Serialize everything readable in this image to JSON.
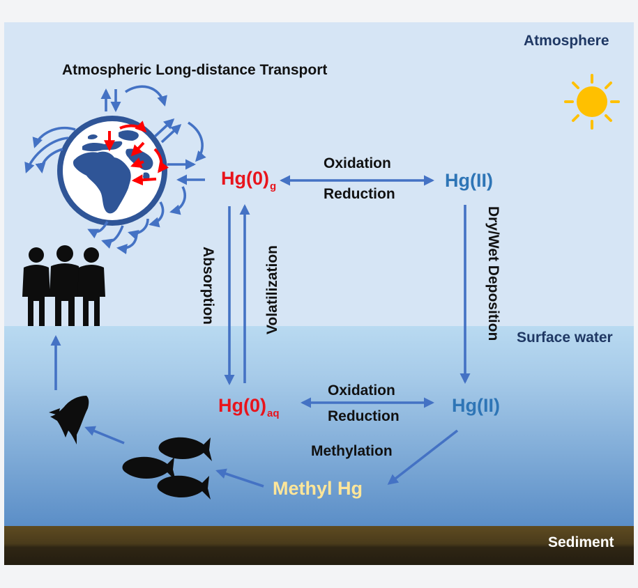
{
  "zones": {
    "atmosphere": "Atmosphere",
    "surface_water": "Surface water",
    "sediment": "Sediment"
  },
  "header": {
    "transport_title": "Atmospheric Long-distance Transport"
  },
  "species": {
    "hg0_gas_main": "Hg(0)",
    "hg0_gas_sub": "g",
    "hg2_atmosphere": "Hg(II)",
    "hg0_aq_main": "Hg(0)",
    "hg0_aq_sub": "aq",
    "hg2_water": "Hg(II)",
    "methyl_hg": "Methyl Hg"
  },
  "processes": {
    "oxidation_air": "Oxidation",
    "reduction_air": "Reduction",
    "oxidation_water": "Oxidation",
    "reduction_water": "Reduction",
    "absorption": "Absorption",
    "volatilization": "Volatilization",
    "deposition": "Dry/Wet Deposition",
    "methylation": "Methylation"
  },
  "icons": [
    "globe-icon",
    "sun-icon",
    "people-icon",
    "shark-icon",
    "fish-icon"
  ],
  "colors": {
    "atmosphere_bg": "#d6e5f5",
    "water_top": "#b7d8f0",
    "water_bottom": "#5d8fc7",
    "sediment_top": "#5b4a22",
    "sediment_bottom": "#2a2212",
    "arrow_blue": "#4472c4",
    "arrow_red": "#ff0000",
    "hg0_red": "#e8141c",
    "hg2_blue": "#2e75b6",
    "methyl_yellow": "#ffe699",
    "sun": "#ffc000"
  }
}
